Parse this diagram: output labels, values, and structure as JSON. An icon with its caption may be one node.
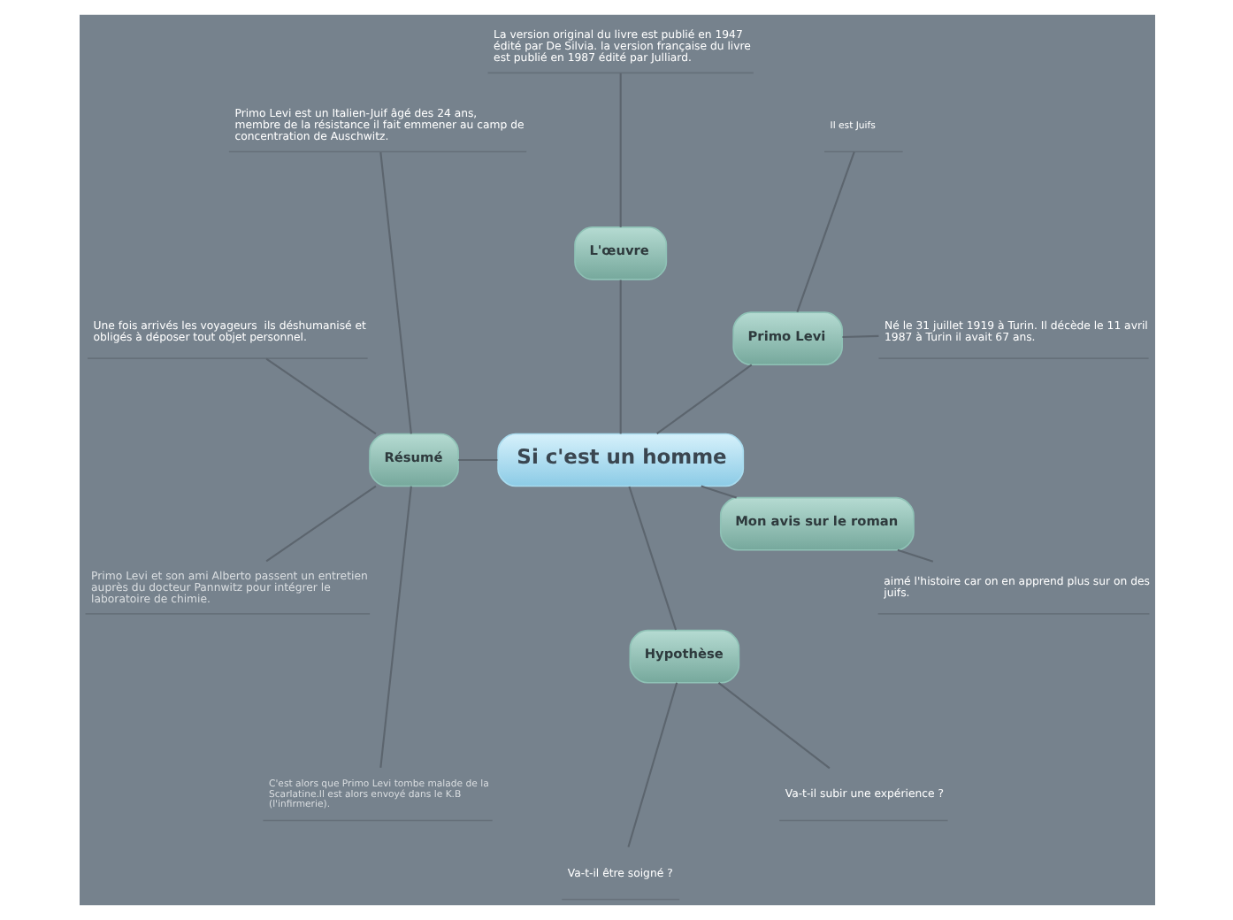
{
  "diagram": {
    "nodes": [
      {
        "text": [
          "Si c'est un homme"
        ]
      },
      {
        "text": [
          "Primo Levi"
        ]
      },
      {
        "text": [
          "Né le 31 juillet 1919 à Turin. Il décède le 11 avril 1987 à Turin il avait 67 ans."
        ]
      },
      {
        "text": [
          "Il est Juifs"
        ]
      },
      {
        "text": [
          "L'œuvre"
        ]
      },
      {
        "text": [
          "La version original du livre est publié en 1947 édité par De Silvia. la version française du livre est publié en 1987 édité par Julliard."
        ]
      },
      {
        "text": [
          "Résumé"
        ]
      },
      {
        "text": [
          "Primo Levi est un Italien-Juif âgé des 24 ans, membre de la résistance il fait emmener au camp de concentration de Auschwitz."
        ]
      },
      {
        "text": [
          "Une fois arrivés les voyageurs  ils déshumanisé et obligés à déposer tout objet personnel."
        ]
      },
      {
        "text": [
          "Primo Levi et son ami Alberto passent un entretien auprès du docteur Pannwitz pour intégrer le laboratoire de chimie."
        ]
      },
      {
        "text": [
          "C'est alors que Primo Levi tombe malade de la Scarlatine.Il est alors envoyé dans le K.B (l'infirmerie)."
        ]
      },
      {
        "text": [
          "Hypothèse"
        ]
      },
      {
        "text": [
          "Va-t-il être soigné ?"
        ]
      },
      {
        "text": [
          "Va-t-il subir une expérience ?"
        ]
      },
      {
        "text": [
          "Mon avis sur le roman"
        ]
      },
      {
        "text": [
          "aimé l'histoire car on en apprend plus sur on des juifs."
        ]
      }
    ],
    "edges": [
      {
        "from": 0,
        "to": 1,
        "arrow": "none"
      },
      {
        "from": 1,
        "to": 2,
        "arrow": "none"
      },
      {
        "from": 1,
        "to": 3,
        "arrow": "none"
      },
      {
        "from": 0,
        "to": 4,
        "arrow": "none"
      },
      {
        "from": 4,
        "to": 5,
        "arrow": "none"
      },
      {
        "from": 0,
        "to": 6,
        "arrow": "none"
      },
      {
        "from": 6,
        "to": 7,
        "arrow": "none"
      },
      {
        "from": 6,
        "to": 8,
        "arrow": "none"
      },
      {
        "from": 6,
        "to": 9,
        "arrow": "none"
      },
      {
        "from": 6,
        "to": 10,
        "arrow": "none"
      },
      {
        "from": 0,
        "to": 11,
        "arrow": "none"
      },
      {
        "from": 11,
        "to": 12,
        "arrow": "none"
      },
      {
        "from": 11,
        "to": 13,
        "arrow": "none"
      },
      {
        "from": 0,
        "to": 14,
        "arrow": "none"
      },
      {
        "from": 14,
        "to": 15,
        "arrow": "none"
      }
    ]
  }
}
